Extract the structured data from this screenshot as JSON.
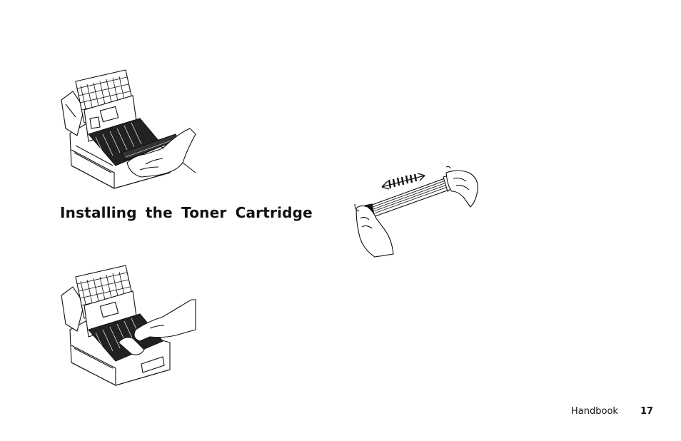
{
  "document": {
    "heading": "Installing the Toner Cartridge",
    "footer": {
      "book_title": "Handbook",
      "page_number": "17"
    }
  }
}
